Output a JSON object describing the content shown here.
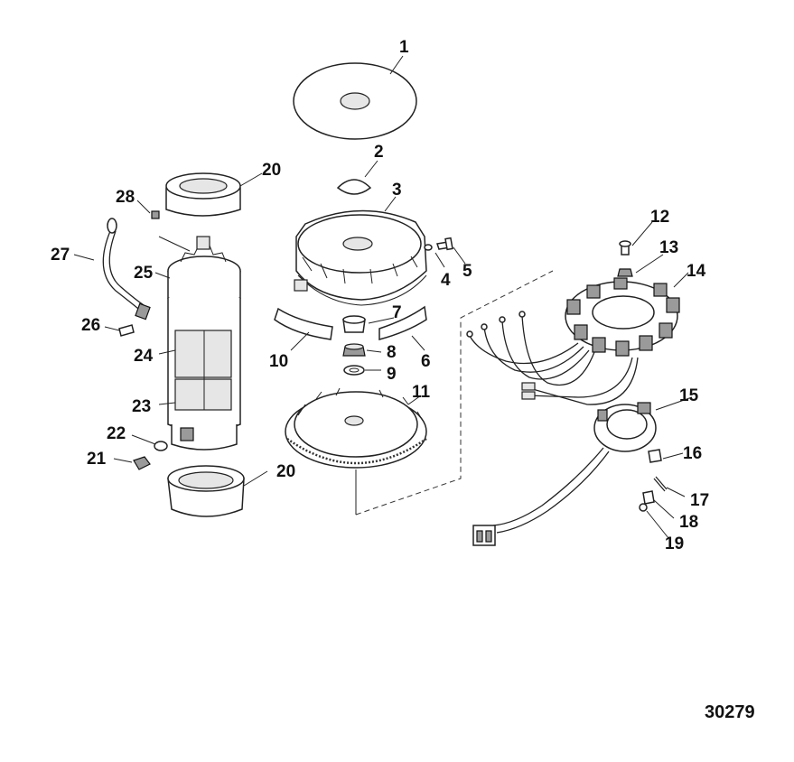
{
  "callouts": [
    "1",
    "2",
    "3",
    "4",
    "5",
    "6",
    "7",
    "8",
    "9",
    "10",
    "11",
    "12",
    "13",
    "14",
    "15",
    "16",
    "17",
    "18",
    "19",
    "20",
    "20",
    "21",
    "22",
    "23",
    "24",
    "25",
    "26",
    "27",
    "28"
  ],
  "drawing_number": "30279"
}
